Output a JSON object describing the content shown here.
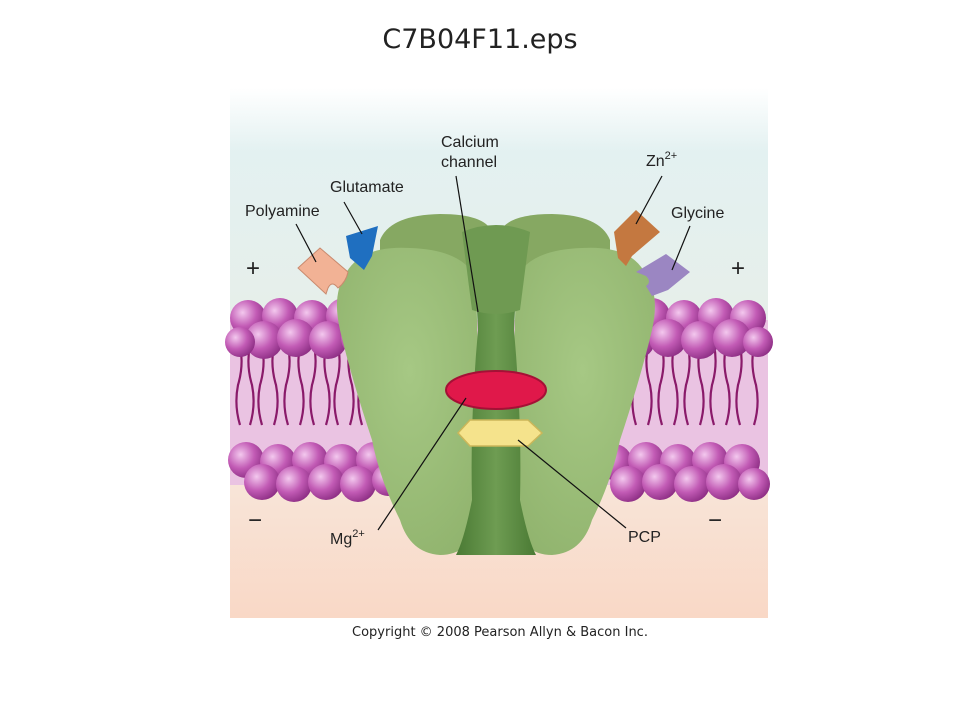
{
  "slide": {
    "title": "C7B04F11.eps",
    "copyright": "Copyright © 2008 Pearson Allyn & Bacon Inc."
  },
  "diagram": {
    "labels": {
      "calcium_channel_line1": "Calcium",
      "calcium_channel_line2": "channel",
      "glutamate": "Glutamate",
      "polyamine": "Polyamine",
      "zinc_base": "Zn",
      "zinc_charge": "2+",
      "glycine": "Glycine",
      "magnesium_base": "Mg",
      "magnesium_charge": "2+",
      "pcp": "PCP",
      "plus_left": "+",
      "plus_right": "+",
      "minus_left": "−",
      "minus_right": "−"
    },
    "colors": {
      "extracellular": "#d9ecec",
      "intracellular": "#f7d9c9",
      "channel_body": "#9abd75",
      "channel_pore": "#5c8a44",
      "lipid_head": "#b04aa3",
      "lipid_tail": "#8a1a6a",
      "membrane_bg": "#e8b4dc",
      "polyamine": "#f2b295",
      "glutamate": "#1f6fc0",
      "zinc": "#c47840",
      "glycine": "#9b86c2",
      "magnesium": "#e0184a",
      "pcp": "#f5e38c"
    }
  }
}
